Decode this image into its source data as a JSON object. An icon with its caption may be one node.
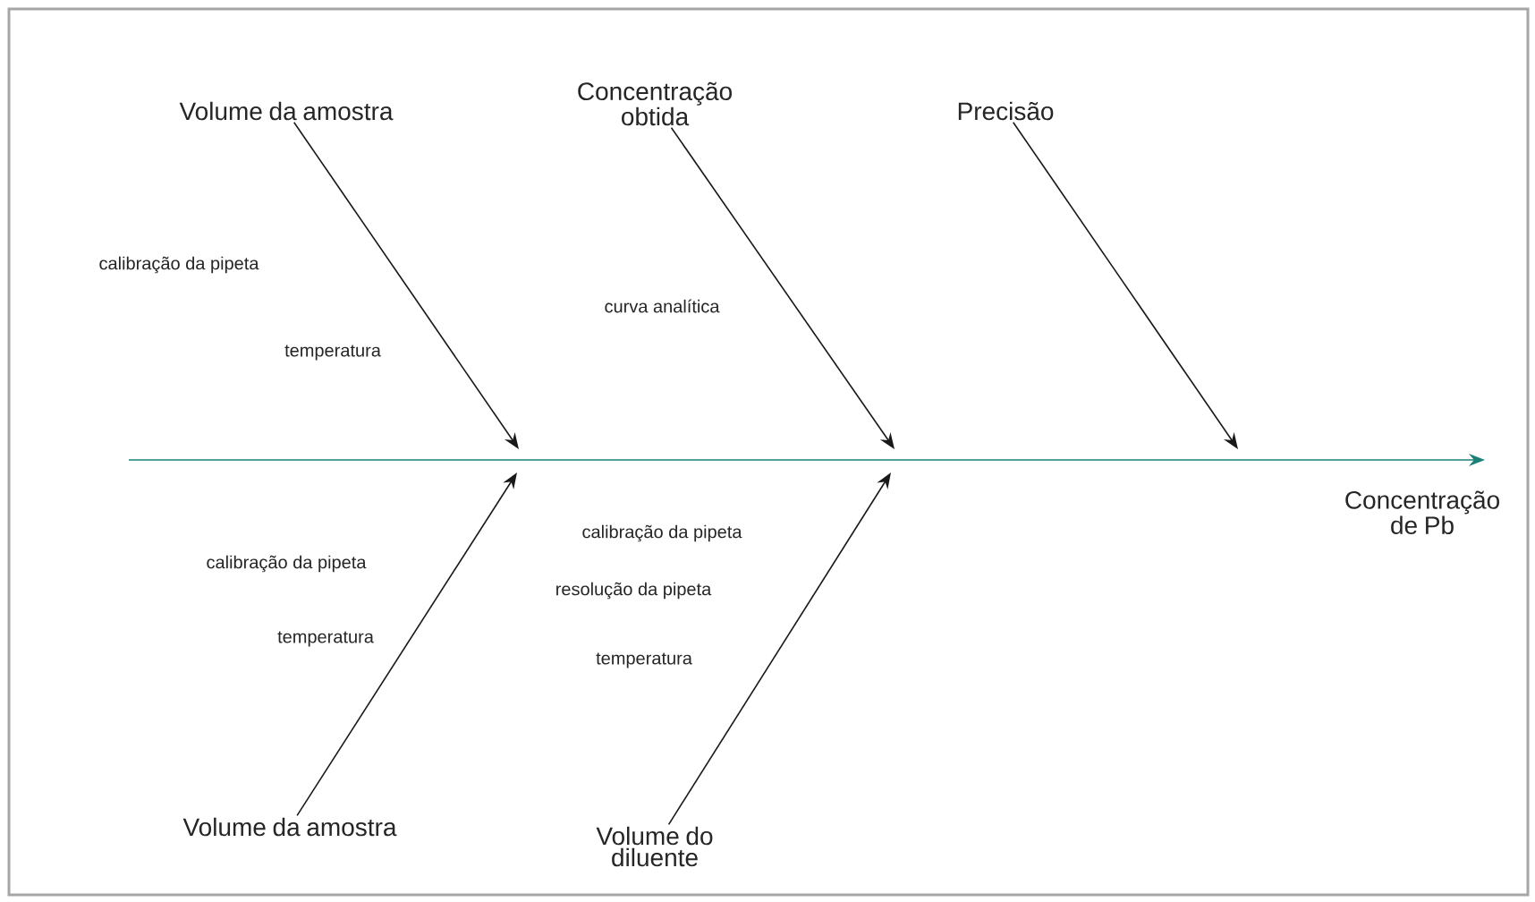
{
  "diagram": {
    "nodes": [
      {
        "text": [
          "Volume da amostra"
        ]
      },
      {
        "text": [
          "Concentração obtida"
        ]
      },
      {
        "text": [
          "Precisão"
        ]
      },
      {
        "text": [
          "Concentração de Pb"
        ]
      },
      {
        "text": [
          "Volume da amostra"
        ]
      },
      {
        "text": [
          "Volume do diluente"
        ]
      }
    ],
    "edges": [
      {
        "from": 0,
        "to": null,
        "arrow": "to"
      },
      {
        "from": 1,
        "to": null,
        "arrow": "to"
      },
      {
        "from": 2,
        "to": null,
        "arrow": "to"
      },
      {
        "from": 4,
        "to": null,
        "arrow": "to"
      },
      {
        "from": 5,
        "to": null,
        "arrow": "to"
      },
      {
        "from": null,
        "to": 3,
        "arrow": "to",
        "color": "#1a8078"
      }
    ],
    "labels": [
      "calibração da pipeta",
      "curva analítica",
      "temperatura",
      "calibração da pipeta",
      "calibração da pipeta",
      "resolução da pipeta",
      "temperatura",
      "temperatura"
    ]
  }
}
